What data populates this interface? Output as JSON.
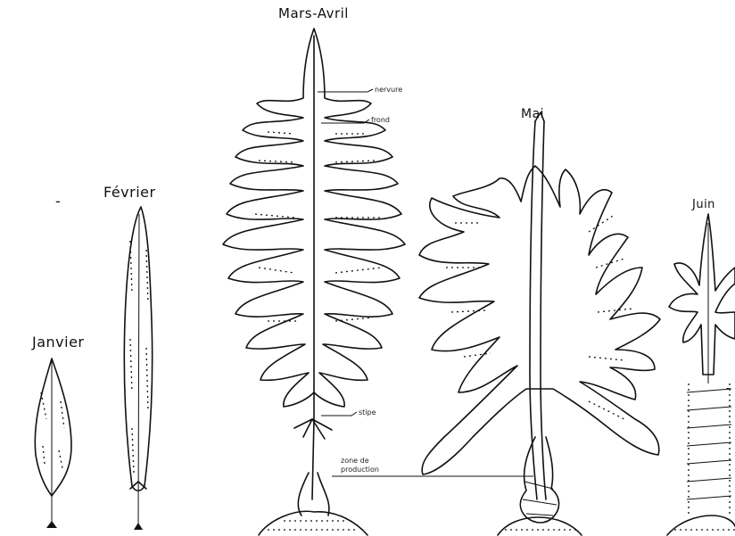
{
  "months": {
    "janvier": "Janvier",
    "fevrier": "Février",
    "mars_avril": "Mars-Avril",
    "mai": "Mai",
    "juin": "Juin"
  },
  "annotations": {
    "nervure": "nervure",
    "frond": "frond",
    "stipe": "stipe",
    "zone_de_production": "zone de production",
    "dash_left": "-",
    "dash_right": "-"
  }
}
